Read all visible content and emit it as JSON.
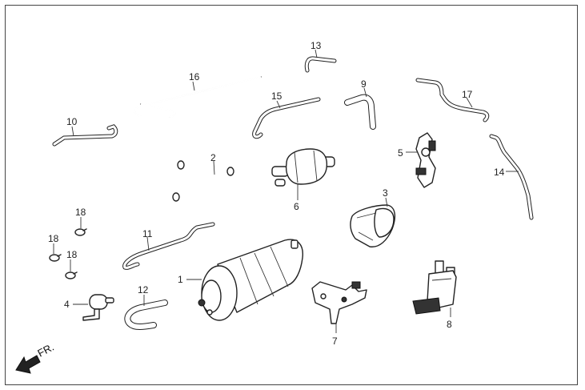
{
  "diagram": {
    "direction_label": "FR.",
    "callouts": [
      "1",
      "2",
      "3",
      "4",
      "5",
      "6",
      "7",
      "8",
      "9",
      "10",
      "11",
      "12",
      "13",
      "14",
      "15",
      "16",
      "17",
      "18",
      "18",
      "18"
    ]
  }
}
